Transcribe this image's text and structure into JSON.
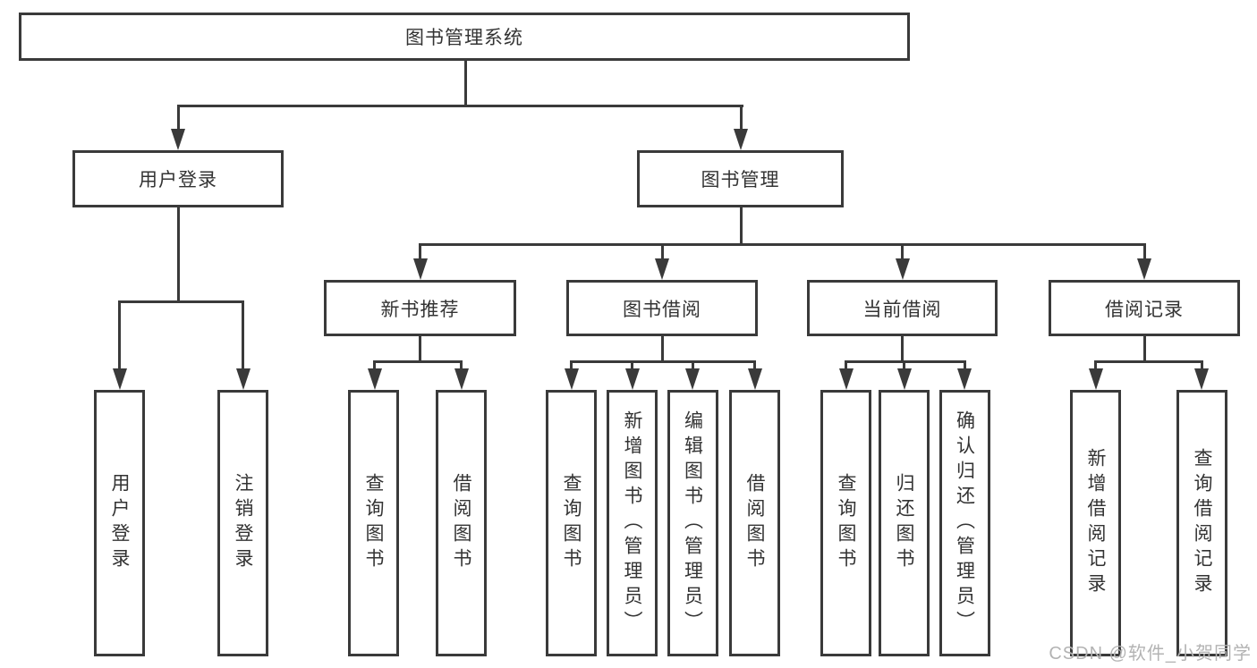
{
  "diagram_title": "图书管理系统",
  "watermark": "CSDN @软件_小贺同学",
  "colors": {
    "line": "#3a3a3a",
    "text": "#333333",
    "watermark": "#b3b3b3",
    "background": "#ffffff"
  },
  "tree": {
    "label": "图书管理系统",
    "children": [
      {
        "label": "用户登录",
        "children": [
          {
            "label": "用户登录"
          },
          {
            "label": "注销登录"
          }
        ]
      },
      {
        "label": "图书管理",
        "children": [
          {
            "label": "新书推荐",
            "children": [
              {
                "label": "查询图书"
              },
              {
                "label": "借阅图书"
              }
            ]
          },
          {
            "label": "图书借阅",
            "children": [
              {
                "label": "查询图书"
              },
              {
                "label": "新增图书（管理员）"
              },
              {
                "label": "编辑图书（管理员）"
              },
              {
                "label": "借阅图书"
              }
            ]
          },
          {
            "label": "当前借阅",
            "children": [
              {
                "label": "查询图书"
              },
              {
                "label": "归还图书"
              },
              {
                "label": "确认归还（管理员）"
              }
            ]
          },
          {
            "label": "借阅记录",
            "children": [
              {
                "label": "新增借阅记录"
              },
              {
                "label": "查询借阅记录"
              }
            ]
          }
        ]
      }
    ]
  }
}
